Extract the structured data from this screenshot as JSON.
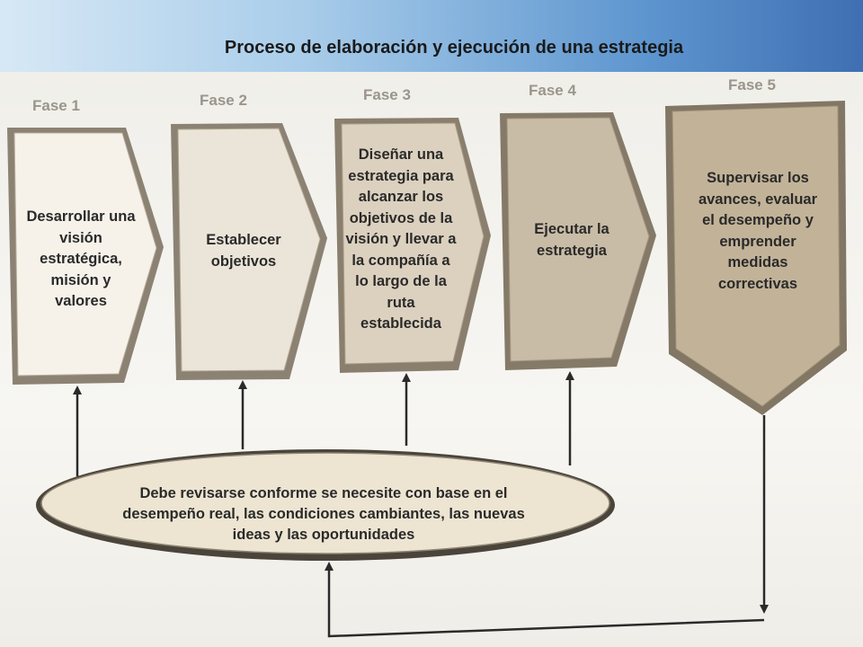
{
  "title": "Proceso de elaboración y ejecución de una estrategia",
  "phases": [
    {
      "label": "Fase 1",
      "text": "Desarrollar una visión estratégica, misión y valores"
    },
    {
      "label": "Fase 2",
      "text": "Establecer objetivos"
    },
    {
      "label": "Fase 3",
      "text": "Diseñar una estrategia para alcanzar los objetivos de la visión y llevar a la compañía a lo largo de la ruta establecida"
    },
    {
      "label": "Fase 4",
      "text": "Ejecutar la estrategia"
    },
    {
      "label": "Fase 5",
      "text": "Supervisar los avances, evaluar el desempeño y emprender medidas correctivas"
    }
  ],
  "feedback": {
    "text": "Debe revisarse conforme se necesite con base en el desempeño real, las condiciones cambiantes, las nuevas ideas y las oportunidades"
  },
  "colors": {
    "phase1": "#f6f2ea",
    "phase2": "#ebe5d9",
    "phase3": "#dcd1bf",
    "phase4": "#c9bca6",
    "phase5": "#c2b398",
    "ellipse": "#ede5d2"
  }
}
